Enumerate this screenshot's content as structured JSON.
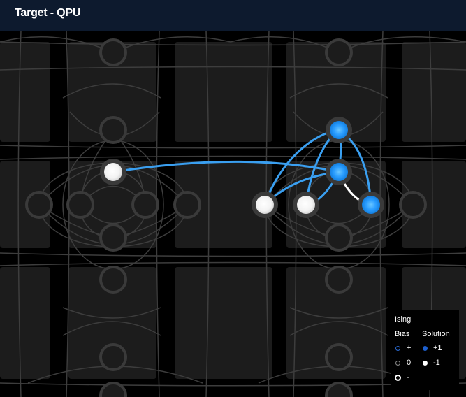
{
  "header": {
    "title": "Target - QPU"
  },
  "legend": {
    "title": "Ising",
    "bias_heading": "Bias",
    "solution_heading": "Solution",
    "bias_plus": "+",
    "bias_zero": "0",
    "bias_minus": "-",
    "solution_plus": "+1",
    "solution_minus": "-1"
  },
  "colors": {
    "background": "#000000",
    "cell": "#1c1c1c",
    "edge": "#3d3d3d",
    "node_ring": "#3a3a3a",
    "node_fill": "#1c1c1c",
    "spin_up": "#2a9dff",
    "spin_down": "#ffffff",
    "coupler_active": "#3a9ff0",
    "coupler_white": "#ffffff"
  },
  "qubits_active": [
    {
      "id": "L1",
      "solution": "-1"
    },
    {
      "id": "R1",
      "solution": "+1"
    },
    {
      "id": "R2",
      "solution": "+1"
    },
    {
      "id": "R3",
      "solution": "-1"
    },
    {
      "id": "R4",
      "solution": "-1"
    },
    {
      "id": "R5",
      "solution": "+1"
    }
  ]
}
